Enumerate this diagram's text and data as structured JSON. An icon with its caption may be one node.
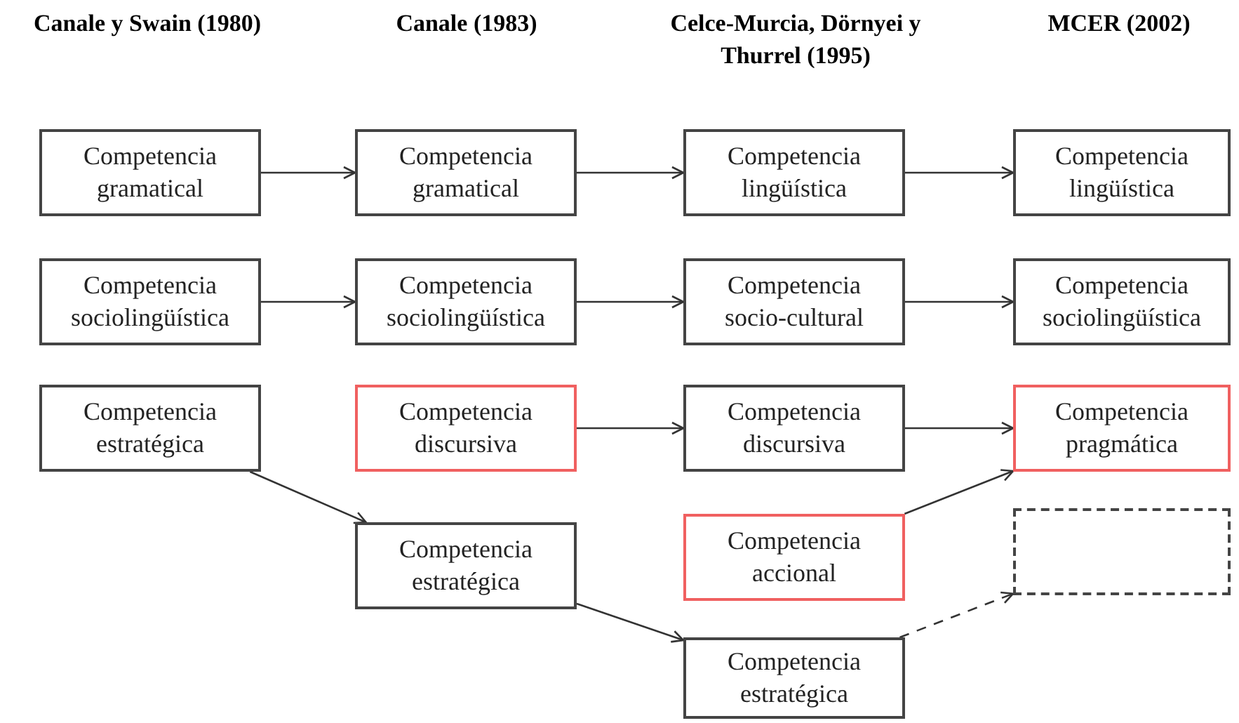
{
  "diagram": {
    "nodes": [
      {
        "text": [
          "Competencia gramatical"
        ]
      },
      {
        "text": [
          "Competencia sociolingüística"
        ]
      },
      {
        "text": [
          "Competencia estratégica"
        ]
      },
      {
        "text": [
          "Competencia gramatical"
        ]
      },
      {
        "text": [
          "Competencia sociolingüística"
        ]
      },
      {
        "text": [
          "Competencia discursiva"
        ]
      },
      {
        "text": [
          "Competencia estratégica"
        ]
      },
      {
        "text": [
          "Competencia lingüística"
        ]
      },
      {
        "text": [
          "Competencia socio-cultural"
        ]
      },
      {
        "text": [
          "Competencia discursiva"
        ]
      },
      {
        "text": [
          "Competencia accional"
        ]
      },
      {
        "text": [
          "Competencia estratégica"
        ]
      },
      {
        "text": [
          "Competencia lingüística"
        ]
      },
      {
        "text": [
          "Competencia sociolingüística"
        ]
      },
      {
        "text": [
          "Competencia pragmática"
        ]
      },
      {
        "text": [],
        "shape": "box"
      }
    ],
    "edges": [
      {
        "from": 0,
        "to": 3,
        "arrow": "to"
      },
      {
        "from": 3,
        "to": 7,
        "arrow": "to"
      },
      {
        "from": 7,
        "to": 12,
        "arrow": "to"
      },
      {
        "from": 1,
        "to": 4,
        "arrow": "to"
      },
      {
        "from": 4,
        "to": 8,
        "arrow": "to"
      },
      {
        "from": 8,
        "to": 13,
        "arrow": "to"
      },
      {
        "from": 2,
        "to": 6,
        "arrow": "to"
      },
      {
        "from": 5,
        "to": 9,
        "arrow": "to"
      },
      {
        "from": 9,
        "to": 14,
        "arrow": "to"
      },
      {
        "from": 6,
        "to": 11,
        "arrow": "to"
      },
      {
        "from": 10,
        "to": 14,
        "arrow": "to"
      },
      {
        "from": 11,
        "to": 15,
        "arrow": "to",
        "style": "dashed"
      }
    ],
    "labels": [
      "Canale y Swain (1980)",
      "Canale (1983)",
      "Celce-Murcia, Dörnyei y Thurrel (1995)",
      "MCER (2002)"
    ]
  }
}
